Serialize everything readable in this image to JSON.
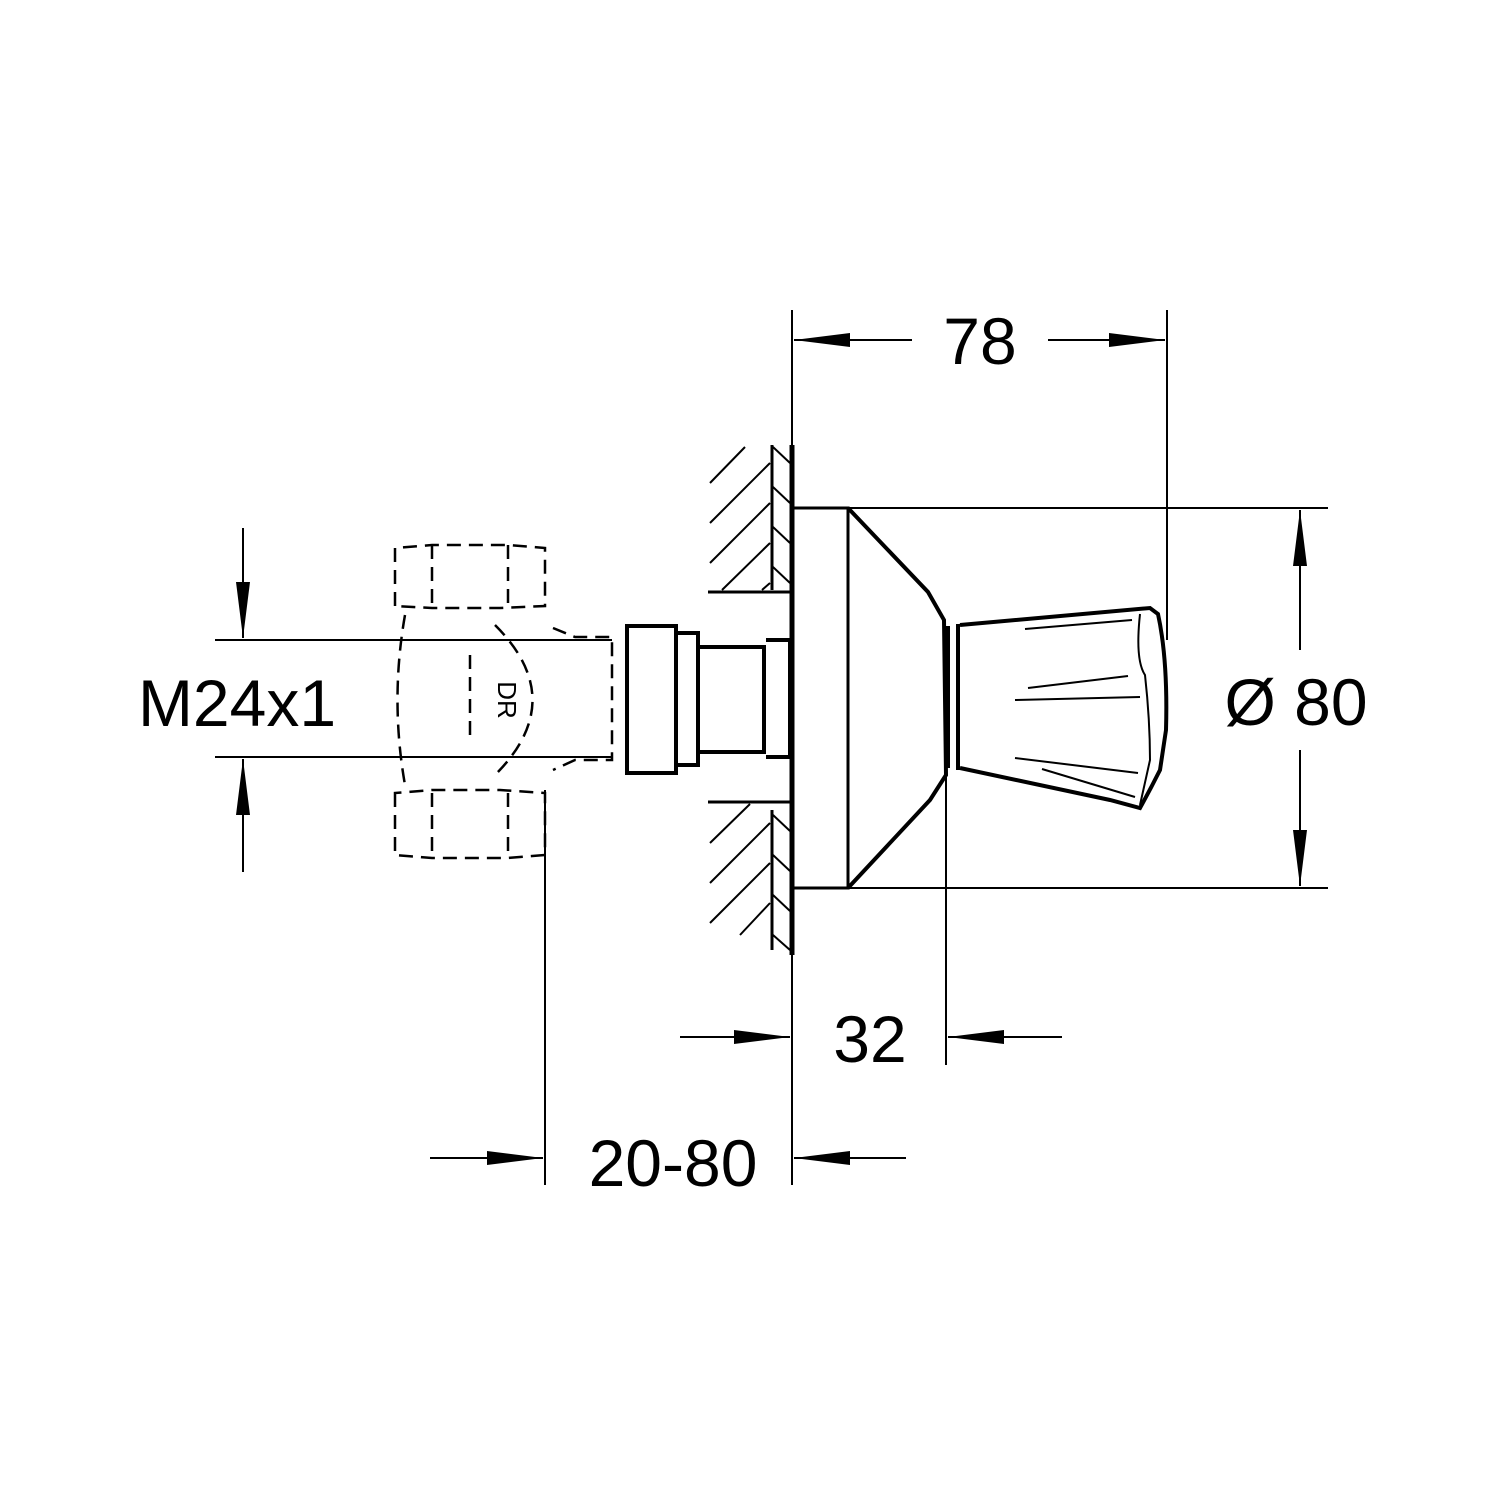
{
  "drawing": {
    "colors": {
      "line": "#000000",
      "background": "#ffffff"
    },
    "dimensions": {
      "overall_depth": "78",
      "rosette_diameter": "Ø 80",
      "rosette_depth": "32",
      "installation_depth": "20-80",
      "thread": "M24x1"
    },
    "valve_marking": "DR"
  }
}
